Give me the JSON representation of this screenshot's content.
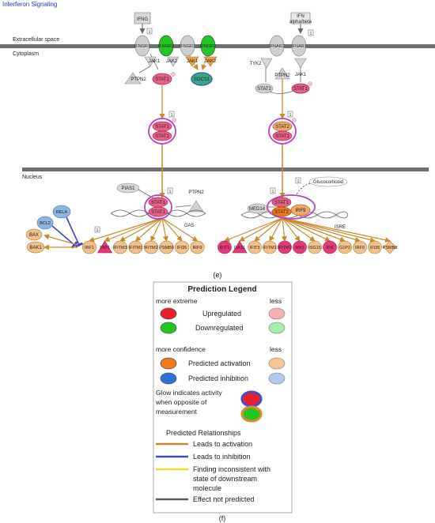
{
  "pathway": {
    "title": "Interferon Signaling",
    "compartments": {
      "extracellular": "Extracellular space",
      "cytoplasm": "Cytoplasm",
      "nucleus": "Nucleus"
    },
    "ligands": {
      "ifng": "IFNG",
      "ifn_ab_line1": "IFN",
      "ifn_ab_line2": "alpha/beta"
    },
    "receptors": {
      "ifngr1_a": "IFNGR1",
      "ifngr2_a": "IFNGR2",
      "ifngr1_b": "IFNGR1",
      "ifngr2_b": "IFNGR2",
      "ifnar2": "IFNAR2",
      "ifnar1": "IFNAR1"
    },
    "kinases": {
      "jak1_a": "JAK1",
      "jak2_a": "JAK2",
      "jak1_b": "JAK1",
      "jak2_b": "JAK2",
      "tyk2": "TYK2",
      "jak1_c": "JAK1"
    },
    "cytoplasm_nodes": {
      "ptpn2_left": "PTPN2",
      "stat1_left": "STAT1",
      "socs1": "SOCS1",
      "ptpn2_right": "PTPN2",
      "stat2": "STAT2",
      "stat1_right": "STAT1",
      "dimer_top": "STAT1",
      "dimer_bottom": "STAT1",
      "het_top": "STAT2",
      "het_bottom": "STAT1"
    },
    "nucleus_nodes": {
      "pias1": "PIAS1",
      "ptpn2_nuc": "PTPN2",
      "nuc_dimer_top": "STAT1",
      "nuc_dimer_bottom": "STAT1",
      "gas": "GAS",
      "glucocorticoid": "Glucocorticoid",
      "med14": "MED14",
      "isgf3_stat1": "STAT1",
      "isgf3_stat2": "STAT2",
      "isgf3_irf9": "IRF9",
      "isre": "ISRE",
      "bcl2": "BCL2",
      "rela": "RELA",
      "bax": "BAX",
      "bak1": "BAK1"
    },
    "gas_targets": [
      "IRF1",
      "TAP1",
      "IFITM3",
      "IFITM1",
      "IFITM2",
      "PSMB8",
      "IFI35",
      "IRF9"
    ],
    "isre_targets": [
      "IFIT1",
      "OAS1",
      "IFIT3",
      "IFITM1",
      "IFITM2",
      "MX1",
      "ISG15",
      "IFI6",
      "G1P2",
      "IRF9",
      "IFI35",
      "PSMB8"
    ],
    "badge": "1",
    "panel_e": "(e)",
    "panel_f": "(f)"
  },
  "legend": {
    "title": "Prediction Legend",
    "more_extreme": "more extreme",
    "less": "less",
    "upregulated": "Upregulated",
    "downregulated": "Downregulated",
    "more_confidence": "more confidence",
    "less2": "less",
    "predicted_activation": "Predicted activation",
    "predicted_inhibition": "Predicted inhibition",
    "glow_line1": "Glow indicates activity",
    "glow_line2": "when opposite of",
    "glow_line3": "measurement",
    "predicted_relationships": "Predicted Relationships",
    "leads_activation": "Leads to activation",
    "leads_inhibition": "Leads to inhibition",
    "inconsistent_line1": "Finding inconsistent with",
    "inconsistent_line2": "state of downstream",
    "inconsistent_line3": "molecule",
    "effect_not_predicted": "Effect not predicted"
  },
  "colors": {
    "activation_line": "#c98a2a",
    "inhibition_line": "#3b48c8",
    "inconsistent_line": "#e9e02a",
    "not_predicted_line": "#5a5a5a",
    "upregulated": "#e8202a",
    "downregulated": "#22c622",
    "predicted_activation": "#ef7a1e",
    "predicted_inhibition": "#2f6fd8",
    "membrane": "#6f6f6f",
    "glow": "#c040c0"
  }
}
